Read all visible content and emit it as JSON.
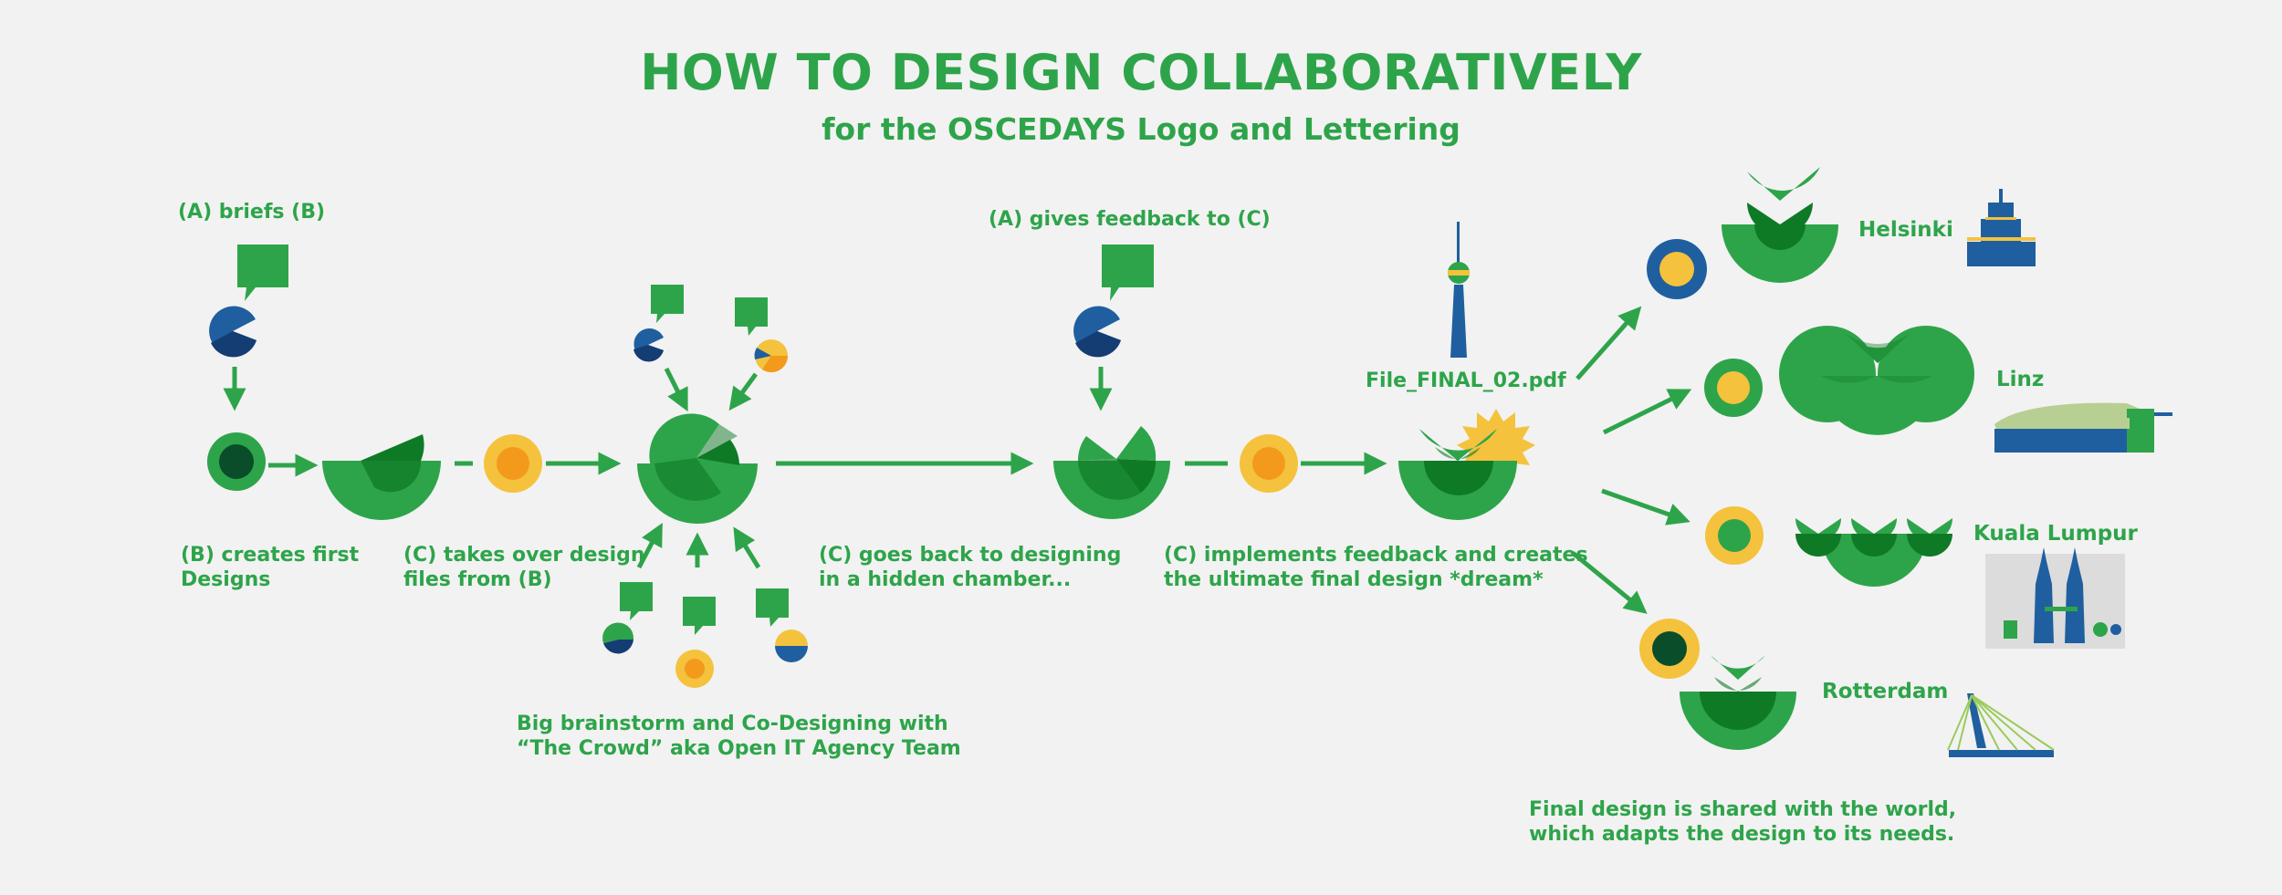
{
  "title": "HOW TO DESIGN COLLABORATIVELY",
  "subtitle": "for the OSCEDAYS Logo and Lettering",
  "steps": {
    "briefs": "(A) briefs (B)",
    "creates_first": [
      "(B) creates first",
      "Designs"
    ],
    "takes_over": [
      "(C) takes over design",
      "files from (B)"
    ],
    "brainstorm": [
      "Big brainstorm and Co-Designing with",
      "“The Crowd” aka Open IT Agency Team"
    ],
    "feedback": "(A) gives feedback to (C)",
    "goes_back": [
      "(C) goes back to designing",
      "in a hidden chamber..."
    ],
    "implements": [
      "(C) implements feedback and creates",
      "the ultimate final design *dream*"
    ],
    "file": "File_FINAL_02.pdf",
    "shared": [
      "Final design is shared with the world,",
      "which adapts the design to its needs."
    ]
  },
  "cities": {
    "helsinki": "Helsinki",
    "linz": "Linz",
    "kuala_lumpur": "Kuala Lumpur",
    "rotterdam": "Rotterdam"
  },
  "colors": {
    "green": "#2ea44a",
    "dark_green": "#0f7a26",
    "darker_green": "#0a5a1e",
    "blue": "#1f5f9f",
    "dark_blue": "#143d73",
    "yellow": "#f4c23d",
    "orange": "#f39a1c",
    "background": "#f2f2f2"
  }
}
